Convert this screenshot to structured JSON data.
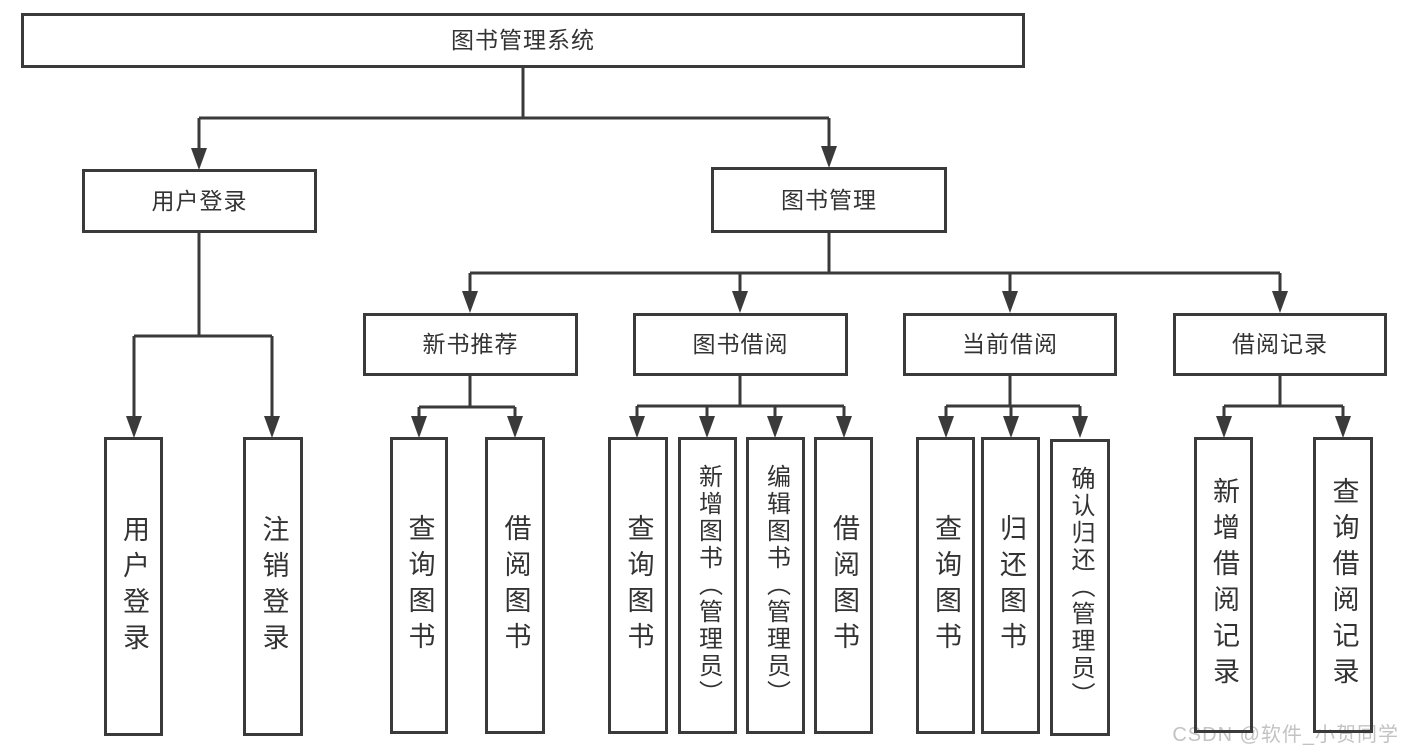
{
  "diagram": {
    "root": {
      "label": "图书管理系统"
    },
    "branches": [
      {
        "label": "用户登录",
        "children": [
          {
            "label": "用户登录"
          },
          {
            "label": "注销登录"
          }
        ]
      },
      {
        "label": "图书管理",
        "children": [
          {
            "label": "新书推荐",
            "children": [
              {
                "label": "查询图书"
              },
              {
                "label": "借阅图书"
              }
            ]
          },
          {
            "label": "图书借阅",
            "children": [
              {
                "label": "查询图书"
              },
              {
                "label": "新增图书（管理员）"
              },
              {
                "label": "编辑图书（管理员）"
              },
              {
                "label": "借阅图书"
              }
            ]
          },
          {
            "label": "当前借阅",
            "children": [
              {
                "label": "查询图书"
              },
              {
                "label": "归还图书"
              },
              {
                "label": "确认归还（管理员）"
              }
            ]
          },
          {
            "label": "借阅记录",
            "children": [
              {
                "label": "新增借阅记录"
              },
              {
                "label": "查询借阅记录"
              }
            ]
          }
        ]
      }
    ]
  },
  "watermark": {
    "text": "CSDN @软件_小贺同学"
  },
  "colors": {
    "line": "#3a3a3a",
    "text": "#333333",
    "background": "#ffffff",
    "watermark": "#c3c3c3"
  }
}
